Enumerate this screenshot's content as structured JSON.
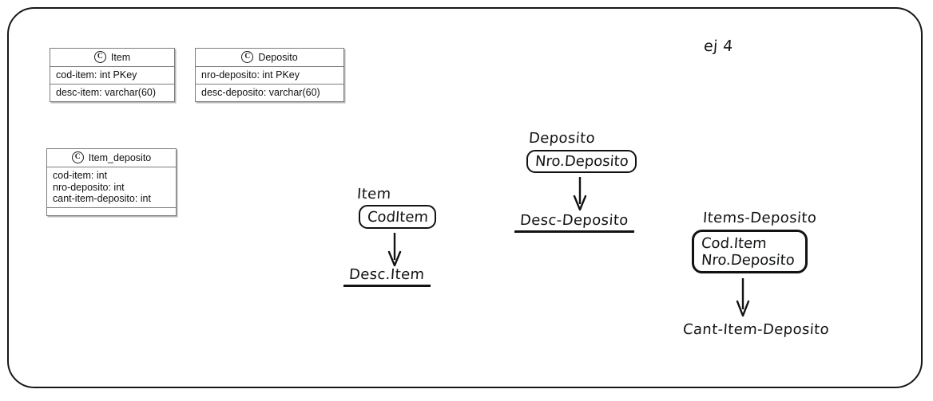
{
  "note": {
    "exercise_label": "ej 4"
  },
  "uml_classes": [
    {
      "name": "Item",
      "stereotype_icon": "class-circle-c-icon",
      "attributes": [
        "cod-item: int PKey",
        "desc-item: varchar(60)"
      ]
    },
    {
      "name": "Deposito",
      "stereotype_icon": "class-circle-c-icon",
      "attributes": [
        "nro-deposito: int PKey",
        "desc-deposito: varchar(60)"
      ]
    },
    {
      "name": "Item_deposito",
      "stereotype_icon": "class-circle-c-icon",
      "attributes": [
        "cod-item: int",
        "nro-deposito: int",
        "cant-item-deposito: int"
      ]
    }
  ],
  "functional_dependencies": [
    {
      "relation": "Item",
      "determinant": [
        "CodItem"
      ],
      "arrow_icon": "down-arrow-icon",
      "dependent": "Desc.Item",
      "dependent_underlined": true
    },
    {
      "relation": "Deposito",
      "determinant": [
        "Nro.Deposito"
      ],
      "arrow_icon": "down-arrow-icon",
      "dependent": "Desc-Deposito",
      "dependent_underlined": true
    },
    {
      "relation": "Items-Deposito",
      "determinant": [
        "Cod.Item",
        "Nro.Deposito"
      ],
      "arrow_icon": "down-arrow-icon",
      "dependent": "Cant-Item-Deposito",
      "dependent_underlined": false
    }
  ],
  "colors": {
    "ink": "#111214",
    "uml_border": "#7c7c7c",
    "frame": "#15171a",
    "background": "#ffffff"
  }
}
